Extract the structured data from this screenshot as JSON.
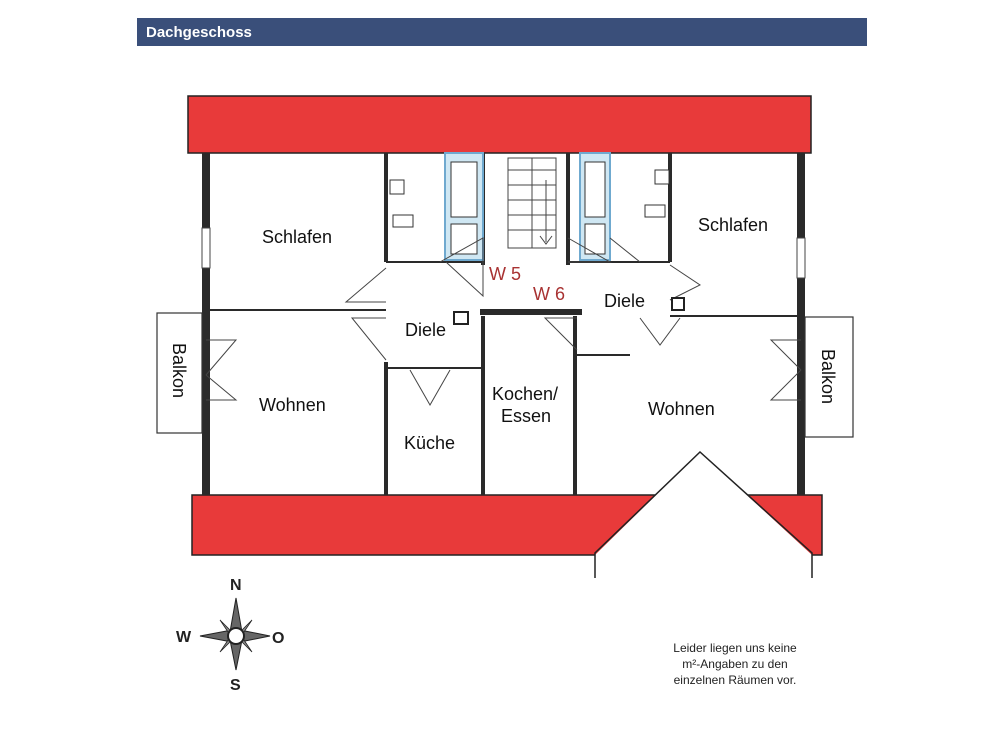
{
  "header": {
    "title": "Dachgeschoss"
  },
  "rooms": {
    "schlafen_w": "Schlafen",
    "schlafen_e": "Schlafen",
    "wohnen_w": "Wohnen",
    "wohnen_e": "Wohnen",
    "diele_w": "Diele",
    "diele_e": "Diele",
    "kueche": "Küche",
    "kochen_line1": "Kochen/",
    "kochen_line2": "Essen",
    "balkon_w": "Balkon",
    "balkon_e": "Balkon"
  },
  "units": {
    "w5": "W 5",
    "w6": "W 6"
  },
  "compass": {
    "n": "N",
    "s": "S",
    "w": "W",
    "o": "O"
  },
  "note": {
    "line1": "Leider liegen uns keine",
    "line2": "m²-Angaben zu den",
    "line3": "einzelnen Räumen vor."
  },
  "colors": {
    "roof": "#e83a3a",
    "header": "#3a4f7a",
    "wall": "#2a2a2a",
    "bath": "#7fbfe0"
  }
}
